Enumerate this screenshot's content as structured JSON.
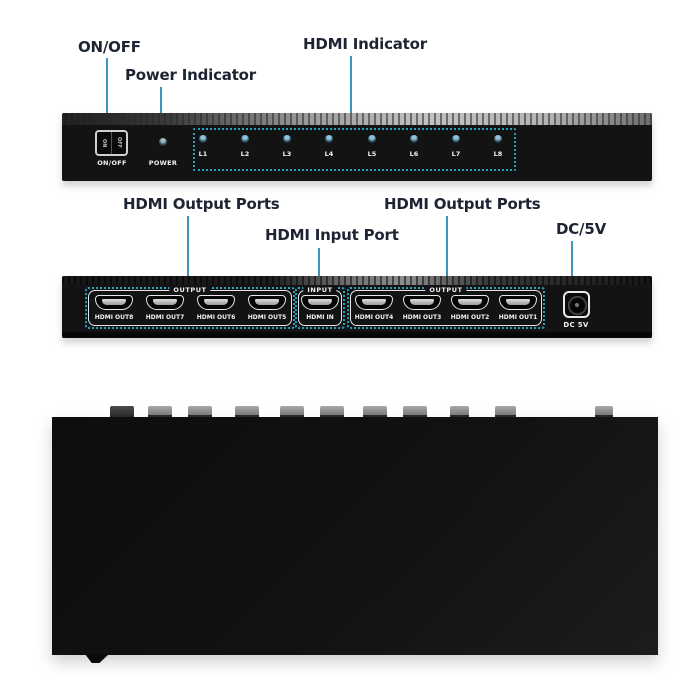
{
  "colors": {
    "label_text": "#1e2433",
    "leader_line": "#3f93c0",
    "dashed_box": "#2da0c2",
    "device_body": "#131313",
    "port_outline": "#e6e6e6"
  },
  "front_panel": {
    "callout_on_off": "ON/OFF",
    "callout_power": "Power Indicator",
    "callout_hdmi": "HDMI Indicator",
    "switch": {
      "label": "ON/OFF",
      "on": "ON",
      "off": "OFF"
    },
    "power_label": "POWER",
    "leds": [
      "L1",
      "L2",
      "L3",
      "L4",
      "L5",
      "L6",
      "L7",
      "L8"
    ]
  },
  "rear_panel": {
    "callout_output_left": "HDMI Output Ports",
    "callout_input": "HDMI Input Port",
    "callout_output_right": "HDMI Output Ports",
    "callout_dc": "DC/5V",
    "output_left": {
      "label": "OUTPUT",
      "ports": [
        "HDMI OUT8",
        "HDMI OUT7",
        "HDMI OUT6",
        "HDMI OUT5"
      ]
    },
    "input": {
      "label": "INPUT",
      "ports": [
        "HDMI IN"
      ]
    },
    "output_right": {
      "label": "OUTPUT",
      "ports": [
        "HDMI OUT4",
        "HDMI OUT3",
        "HDMI OUT2",
        "HDMI OUT1"
      ]
    },
    "dc_label": "DC 5V"
  }
}
